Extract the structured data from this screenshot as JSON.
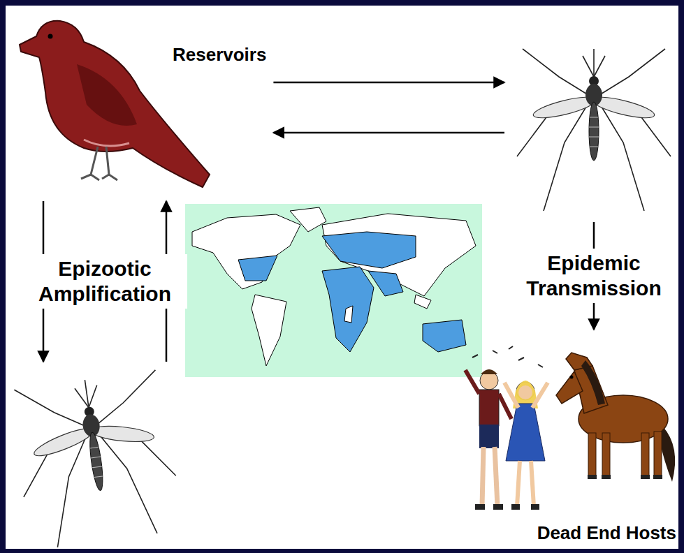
{
  "diagram": {
    "nodes": [
      {
        "text": [
          "Reservoirs"
        ]
      },
      {
        "text": []
      },
      {
        "text": []
      },
      {
        "text": [
          "Dead End Hosts"
        ]
      }
    ],
    "edges": [
      {
        "from": 0,
        "to": 1,
        "arrow": "to"
      },
      {
        "from": 1,
        "to": 0,
        "arrow": "to"
      },
      {
        "from": 0,
        "to": 2,
        "arrow": "to",
        "label": "Epizootic Amplification"
      },
      {
        "from": 2,
        "to": 0,
        "arrow": "to"
      },
      {
        "from": 1,
        "to": 3,
        "arrow": "to",
        "label": "Epidemic Transmission"
      }
    ]
  }
}
